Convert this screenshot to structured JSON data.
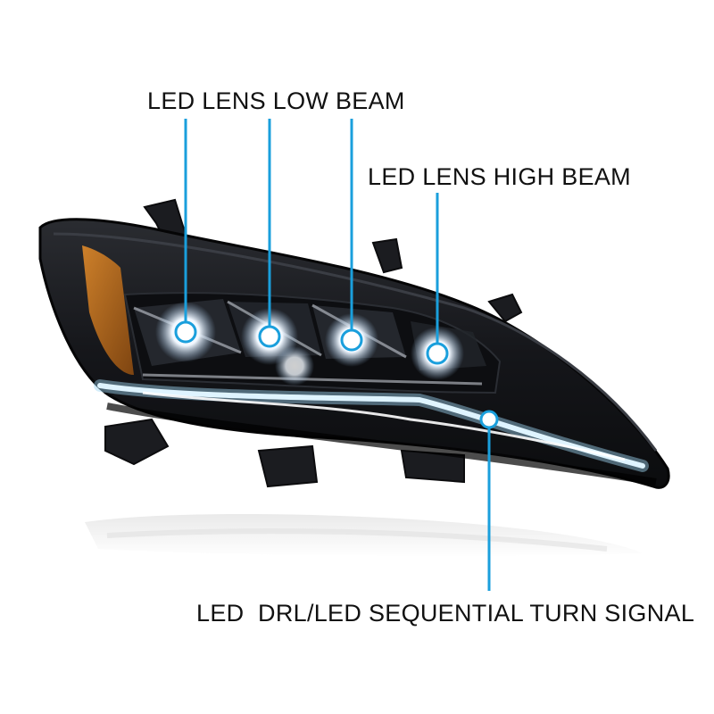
{
  "labels": {
    "low_beam": "LED LENS LOW BEAM",
    "high_beam": "LED LENS HIGH BEAM",
    "drl": "LED  DRL/LED SEQUENTIAL TURN SIGNAL"
  },
  "colors": {
    "callout_line": "#1a9fdc",
    "housing": "#141518",
    "amber_reflector": "#c9731a",
    "drl_glow": "#dff4ff",
    "label_text": "#111111"
  }
}
